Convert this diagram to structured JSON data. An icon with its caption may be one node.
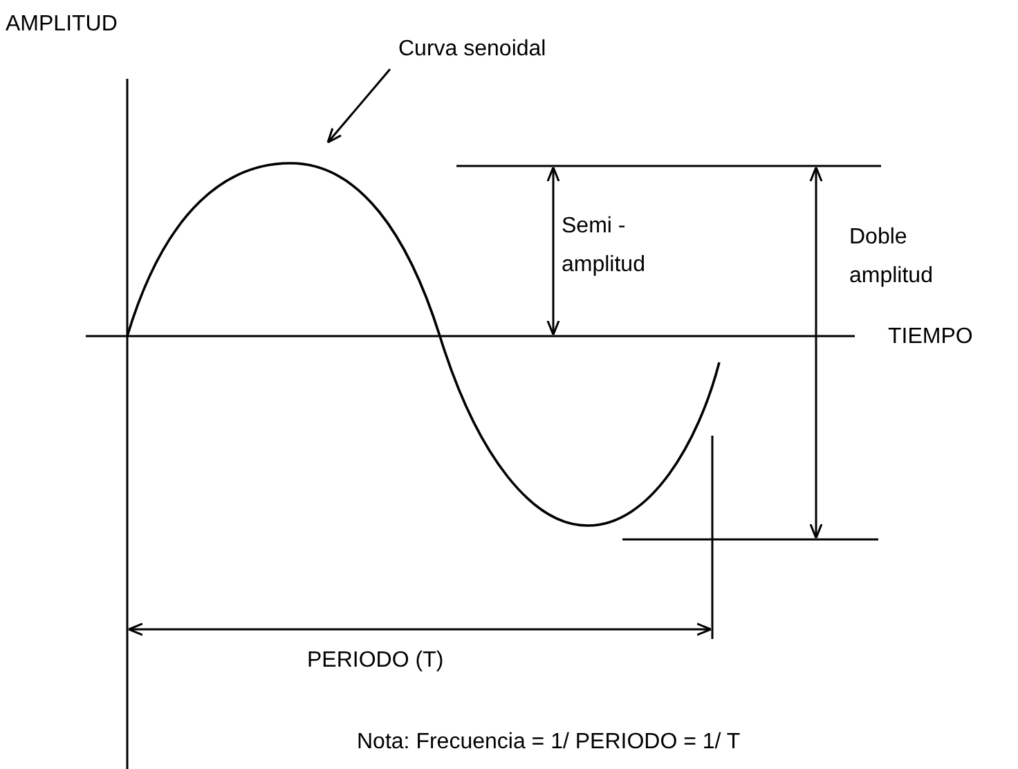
{
  "diagram": {
    "nodes": [
      {
        "text": [
          "Curva senoidal"
        ]
      },
      {
        "text": [],
        "shape": "curve"
      }
    ],
    "edges": [
      {
        "from": 0,
        "to": 1,
        "arrow": "to"
      }
    ],
    "labels": [
      "AMPLITUD",
      "Semi - amplitud",
      "Doble amplitud",
      "TIEMPO",
      "PERIODO (T)",
      "Nota: Frecuencia = 1/ PERIODO = 1/ T"
    ]
  }
}
